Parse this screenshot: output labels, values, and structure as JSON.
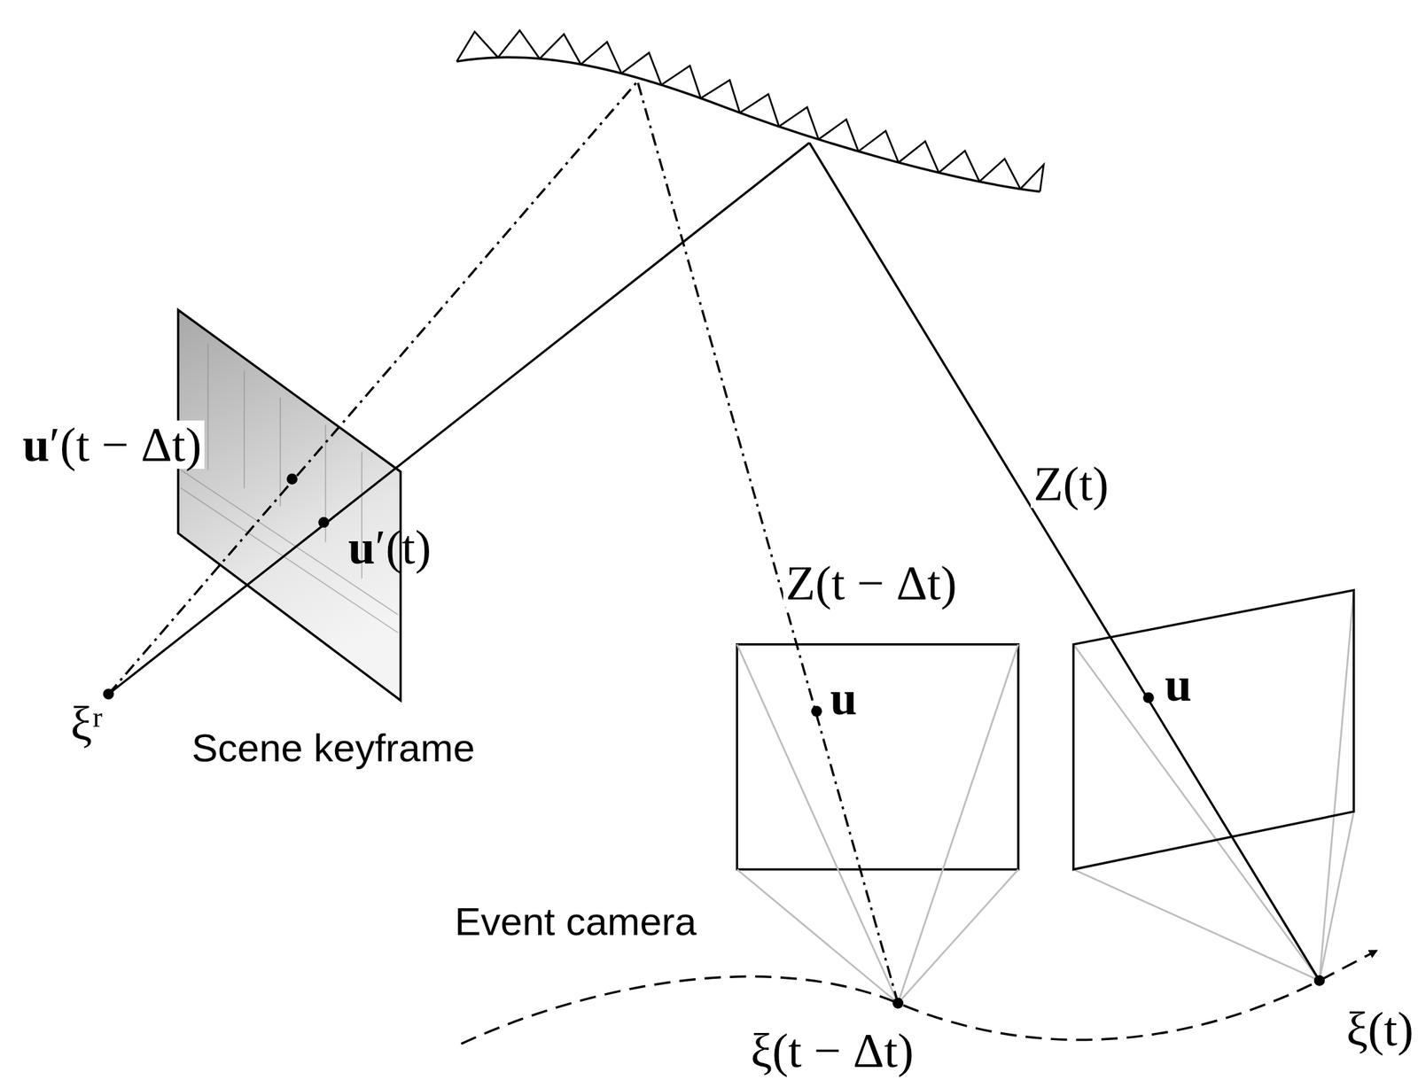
{
  "diagram": {
    "labels": [
      "u′(t − Δt)",
      "u′(t)",
      "ξʳ",
      "Scene keyframe",
      "Z(t)",
      "Z(t − Δt)",
      "u",
      "u",
      "Event camera",
      "ξ(t − Δt)",
      "ξ(t)"
    ]
  }
}
